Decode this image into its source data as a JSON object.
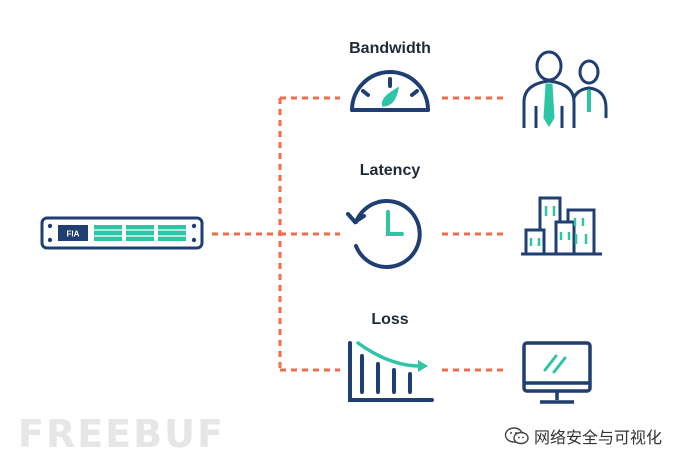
{
  "labels": {
    "bandwidth": "Bandwidth",
    "latency": "Latency",
    "loss": "Loss"
  },
  "device": {
    "badge": "FIA"
  },
  "icons": {
    "bandwidth": "speedometer-icon",
    "latency": "clock-icon",
    "loss": "declining-chart-icon",
    "users": "users-icon",
    "buildings": "buildings-icon",
    "monitor": "monitor-icon",
    "appliance": "network-appliance-icon"
  },
  "watermark": {
    "left": "FREEBUF",
    "right": "网络安全与可视化"
  },
  "colors": {
    "navy": "#1f3f73",
    "teal": "#2ec4a6",
    "dash": "#f26b4a",
    "text": "#1f2a36"
  }
}
